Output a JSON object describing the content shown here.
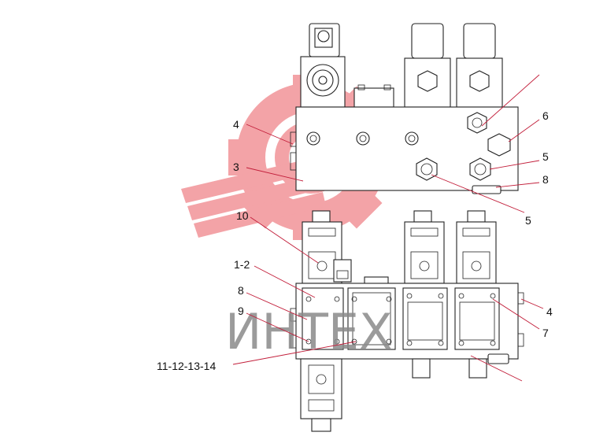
{
  "watermark": {
    "text": "ИНТЕХ",
    "logo_color": "#f08a8f"
  },
  "callouts": [
    {
      "id": "c4a",
      "text": "4"
    },
    {
      "id": "c3",
      "text": "3"
    },
    {
      "id": "c10",
      "text": "10"
    },
    {
      "id": "c12",
      "text": "1-2"
    },
    {
      "id": "c8a",
      "text": "8"
    },
    {
      "id": "c9",
      "text": "9"
    },
    {
      "id": "c11",
      "text": "11-12-13-14"
    },
    {
      "id": "c6",
      "text": "6"
    },
    {
      "id": "c5a",
      "text": "5"
    },
    {
      "id": "c8b",
      "text": "8"
    },
    {
      "id": "c5b",
      "text": "5"
    },
    {
      "id": "c4b",
      "text": "4"
    },
    {
      "id": "c7",
      "text": "7"
    }
  ]
}
